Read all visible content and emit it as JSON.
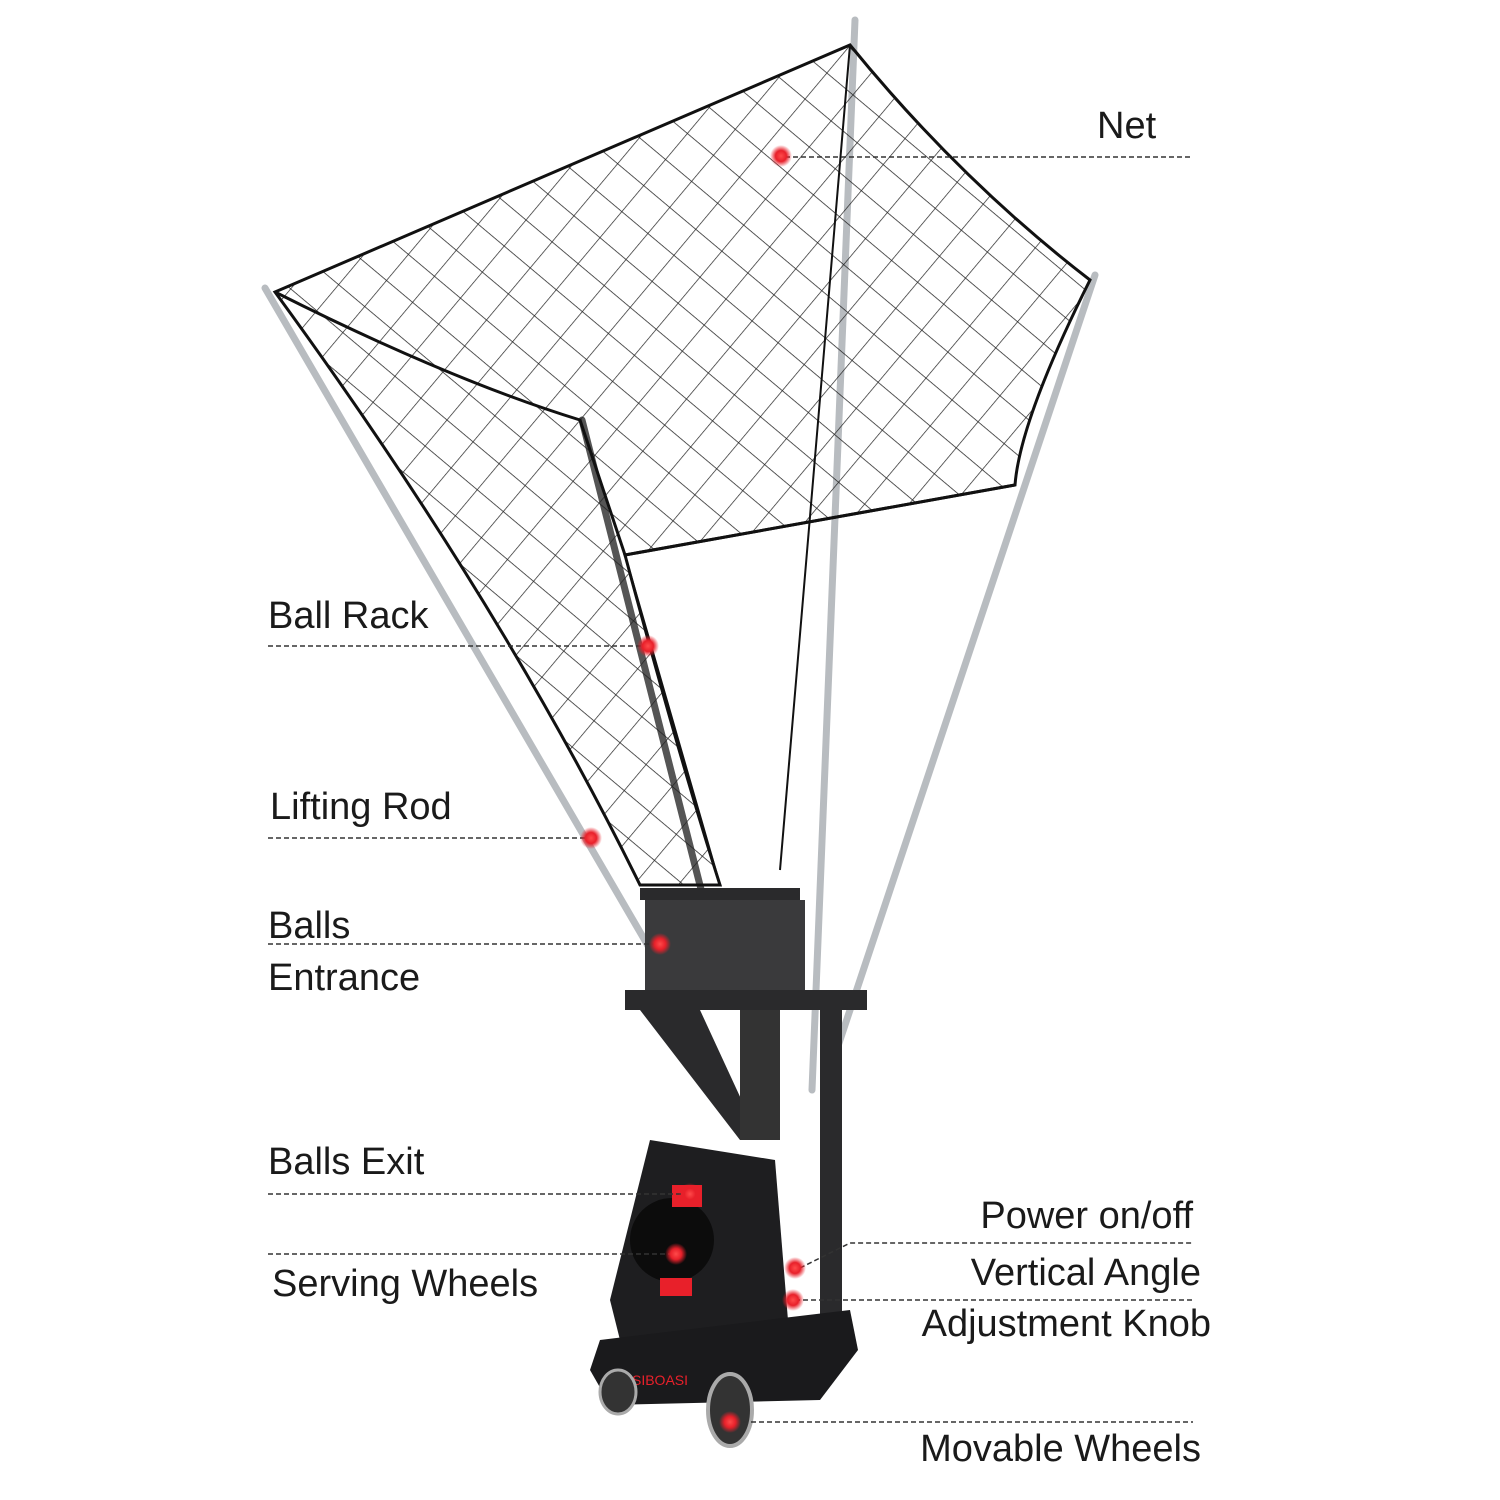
{
  "labels": {
    "net": "Net",
    "ball_rack": "Ball Rack",
    "lifting_rod": "Lifting Rod",
    "balls_entrance_1": "Balls",
    "balls_entrance_2": "Entrance",
    "balls_exit": "Balls Exit",
    "serving_wheels": "Serving Wheels",
    "power": "Power on/off",
    "vertical_1": "Vertical  Angle",
    "vertical_2": "Adjustment Knob",
    "movable_wheels": "Movable Wheels"
  },
  "brand": {
    "logo": "SIBOASI"
  },
  "colors": {
    "marker": "#e8202a",
    "machine": "#1e1e20",
    "text": "#1a1a1a"
  }
}
